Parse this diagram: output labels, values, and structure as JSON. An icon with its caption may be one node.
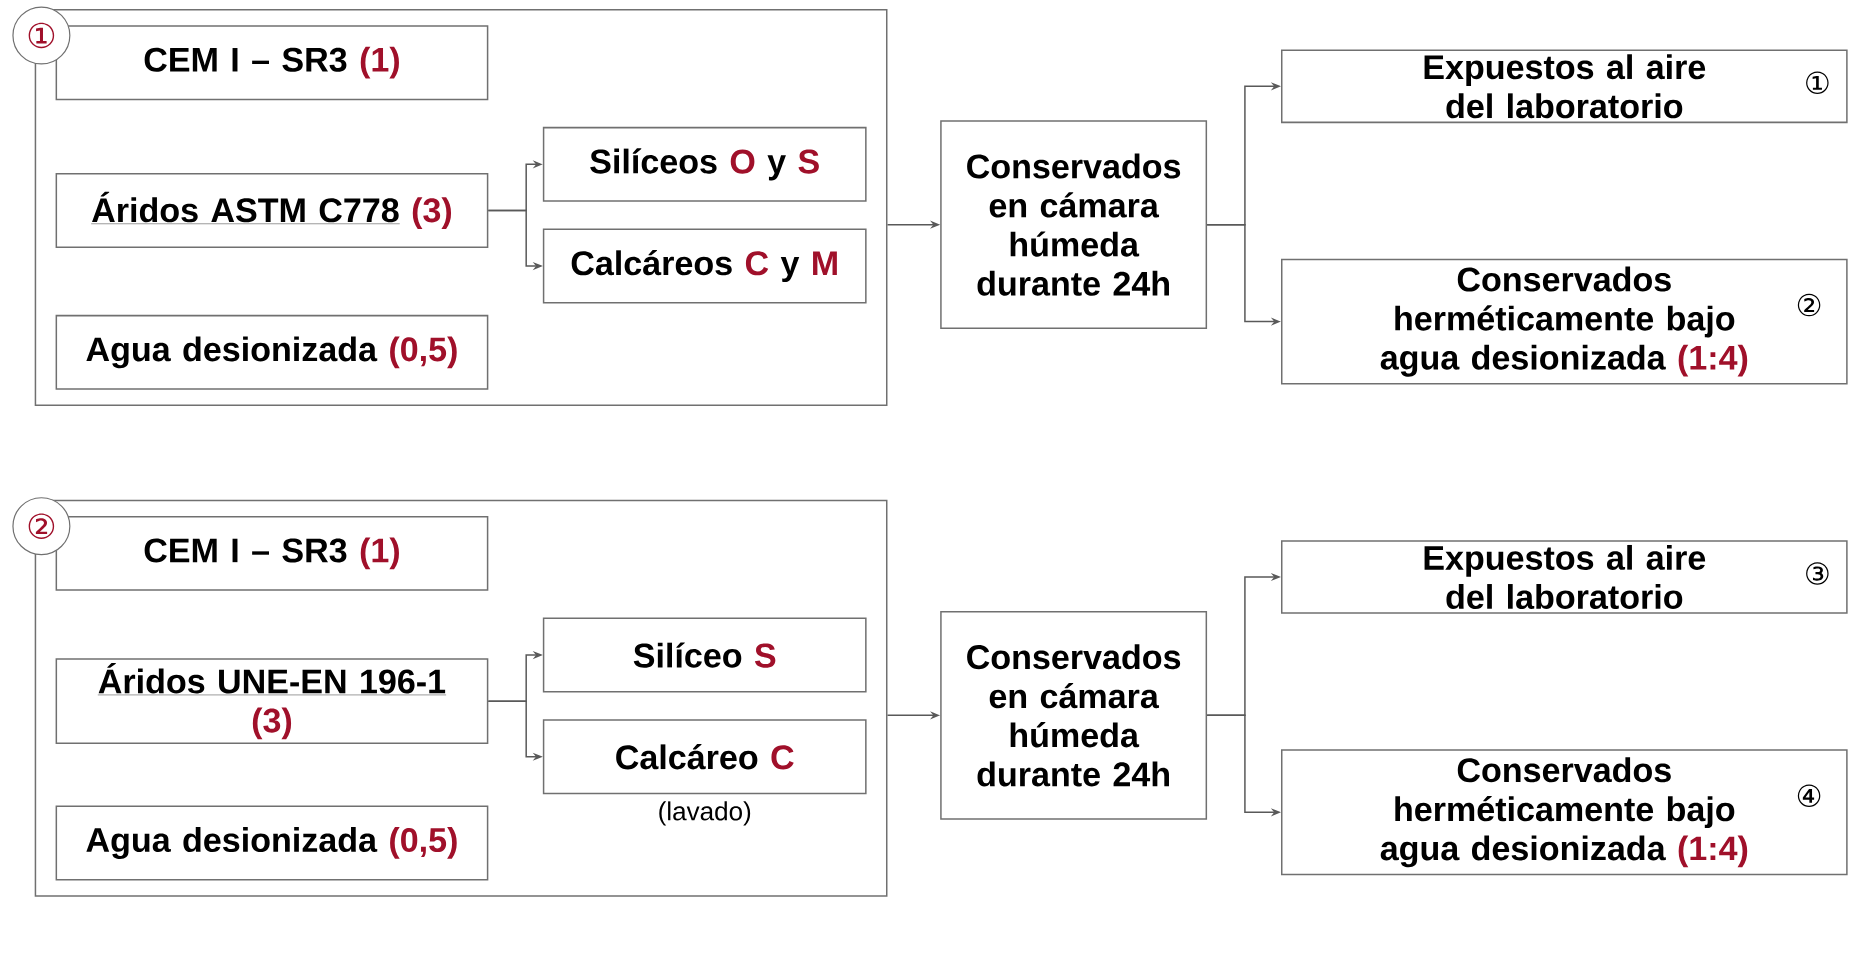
{
  "diagram": {
    "nodes": [
      {
        "text": [],
        "shape": "box"
      },
      {
        "text": [
          "①"
        ]
      },
      {
        "text": [
          "CEM I – SR3",
          "(1)"
        ],
        "in": 0
      },
      {
        "text": [
          "Áridos ASTM C778",
          "(3)"
        ],
        "in": 0
      },
      {
        "text": [
          "Agua desionizada",
          "(0,5)"
        ],
        "in": 0
      },
      {
        "text": [
          "Silíceos",
          "O",
          "y",
          "S"
        ],
        "in": 0
      },
      {
        "text": [
          "Calcáreos",
          "C",
          "y",
          "M"
        ],
        "in": 0
      },
      {
        "text": [
          "Conservados en cámara húmeda durante 24h"
        ]
      },
      {
        "text": [
          "Expuestos al aire del laboratorio",
          "①"
        ]
      },
      {
        "text": [
          "Conservados herméticamente bajo agua desionizada",
          "(1:4)",
          "②"
        ]
      },
      {
        "text": [],
        "shape": "box"
      },
      {
        "text": [
          "②"
        ]
      },
      {
        "text": [
          "CEM I – SR3",
          "(1)"
        ],
        "in": 10
      },
      {
        "text": [
          "Áridos UNE-EN 196-1",
          "(3)"
        ],
        "in": 10
      },
      {
        "text": [
          "Agua desionizada",
          "(0,5)"
        ],
        "in": 10
      },
      {
        "text": [
          "Silíceo",
          "S"
        ],
        "in": 10
      },
      {
        "text": [
          "Calcáreo",
          "C"
        ],
        "beside": [
          "(lavado)"
        ],
        "in": 10
      },
      {
        "text": [
          "Conservados en cámara húmeda durante 24h"
        ]
      },
      {
        "text": [
          "Expuestos al aire del laboratorio",
          "③"
        ]
      },
      {
        "text": [
          "Conservados herméticamente bajo agua desionizada",
          "(1:4)",
          "④"
        ]
      }
    ],
    "edges": [
      {
        "from": 3,
        "to": 5,
        "arrow": "to"
      },
      {
        "from": 3,
        "to": 6,
        "arrow": "to"
      },
      {
        "from": 0,
        "to": 7,
        "arrow": "to"
      },
      {
        "from": 7,
        "to": 8,
        "arrow": "to"
      },
      {
        "from": 7,
        "to": 9,
        "arrow": "to"
      },
      {
        "from": 13,
        "to": 15,
        "arrow": "to"
      },
      {
        "from": 13,
        "to": 16,
        "arrow": "to"
      },
      {
        "from": 10,
        "to": 17,
        "arrow": "to"
      },
      {
        "from": 17,
        "to": 18,
        "arrow": "to"
      },
      {
        "from": 17,
        "to": 19,
        "arrow": "to"
      }
    ]
  }
}
